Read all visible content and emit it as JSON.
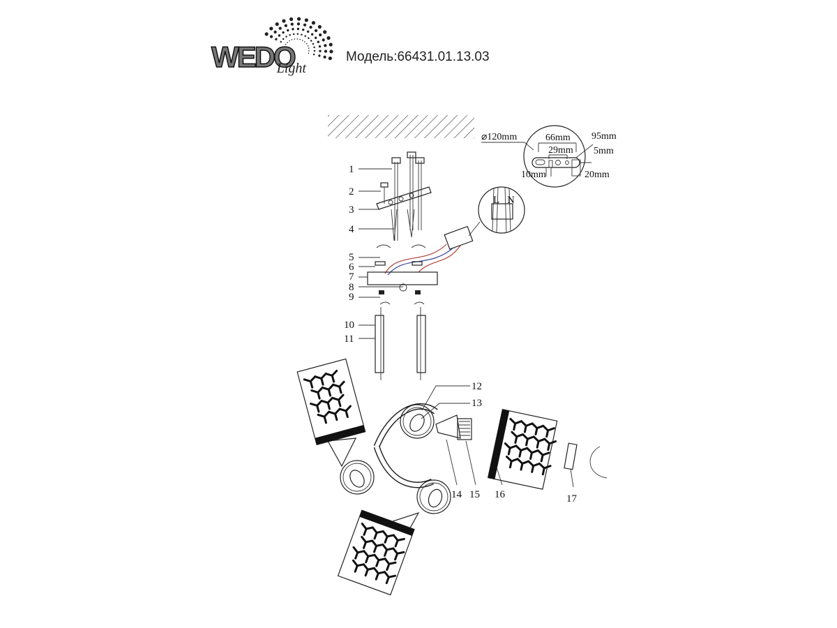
{
  "header": {
    "brand": "WEDO Light",
    "model_label": "Модель:66431.01.13.03"
  },
  "dimensions": {
    "diameter": "⌀120mm",
    "d66": "66mm",
    "d29": "29mm",
    "d95": "95mm",
    "d5": "5mm",
    "d10": "10mm",
    "d20": "20mm"
  },
  "terminal_marks": [
    "L",
    "N"
  ],
  "part_labels": [
    "1",
    "2",
    "3",
    "4",
    "5",
    "6",
    "7",
    "8",
    "9",
    "10",
    "11",
    "12",
    "13",
    "14",
    "15",
    "16",
    "17"
  ],
  "colors": {
    "line": "#222222",
    "wire_red": "#b0443c",
    "wire_blue": "#3d46a0"
  }
}
